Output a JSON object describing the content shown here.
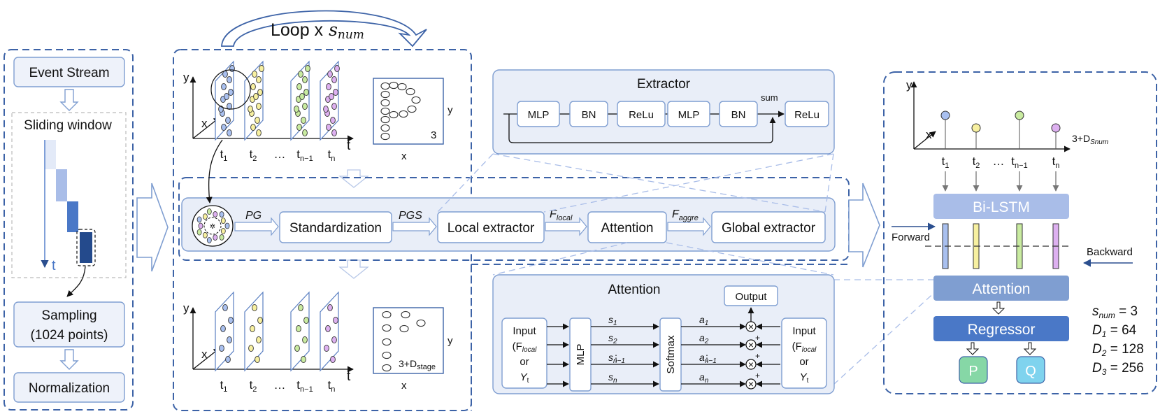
{
  "colors": {
    "panel_border": "#3d63a7",
    "box_border": "#7f9ed1",
    "panel_fill": "#e9eef8",
    "bilstm": "#a9bde8",
    "attention": "#7f9ed1",
    "regressor": "#4a78c7",
    "p_box": "#86d7a6",
    "q_box": "#7fd3ee",
    "pt_blue": "#a9c0ef",
    "pt_yellow": "#f7f0a0",
    "pt_green": "#c9eba0",
    "pt_purple": "#ddb0f0"
  },
  "left": {
    "event_stream": "Event Stream",
    "sliding_window": "Sliding window",
    "t_axis": "t",
    "sampling_line1": "Sampling",
    "sampling_line2": "(1024 points)",
    "normalization": "Normalization"
  },
  "loop": {
    "text": "Loop x",
    "var_base": "s",
    "var_sub": "num"
  },
  "top_frames": {
    "y": "y",
    "x": "x",
    "t": "t",
    "ticks": [
      "t",
      "t",
      "…",
      "t",
      "t"
    ],
    "tick_subs": [
      "1",
      "2",
      "",
      "n−1",
      "n"
    ],
    "p_y": "y",
    "p_x": "x",
    "p_dim": "3"
  },
  "bottom_frames": {
    "y": "y",
    "x": "x",
    "t": "t",
    "ticks": [
      "t",
      "t",
      "…",
      "t",
      "t"
    ],
    "tick_subs": [
      "1",
      "2",
      "",
      "n−1",
      "n"
    ],
    "p_y": "y",
    "p_x": "x",
    "p_dim_prefix": "3+D",
    "p_dim_sub": "stage"
  },
  "pipeline": {
    "pg": "PG",
    "standardization": "Standardization",
    "pgs": "PGS",
    "local_extractor": "Local extractor",
    "f_local_base": "F",
    "f_local_sub": "local",
    "attention": "Attention",
    "f_aggre_base": "F",
    "f_aggre_sub": "aggre",
    "global_extractor": "Global extractor"
  },
  "extractor": {
    "title": "Extractor",
    "mlp1": "MLP",
    "bn1": "BN",
    "relu1": "ReLu",
    "mlp2": "MLP",
    "bn2": "BN",
    "sum": "sum",
    "relu2": "ReLu"
  },
  "attention_box": {
    "title": "Attention",
    "input_line1": "Input",
    "input_line2_base": "(F",
    "input_line2_sub": "local",
    "input_line3": "or",
    "input_line4_base": "Y",
    "input_line4_sub": "t",
    "mlp": "MLP",
    "softmax": "Softmax",
    "output": "Output",
    "s_labels": [
      "s",
      "s",
      "s",
      "s"
    ],
    "s_subs": [
      "1",
      "2",
      "n−1",
      "n"
    ],
    "a_labels": [
      "a",
      "a",
      "a",
      "a"
    ],
    "a_subs": [
      "1",
      "2",
      "n−1",
      "n"
    ],
    "plus": "+",
    "dots": "⋮"
  },
  "right": {
    "y": "y",
    "x": "x",
    "dim_prefix": "3+D",
    "dim_sub": "Snum",
    "ticks": [
      "t",
      "t",
      "…",
      "t",
      "t"
    ],
    "tick_subs": [
      "1",
      "2",
      "",
      "n−1",
      "n"
    ],
    "bilstm": "Bi-LSTM",
    "forward": "Forward",
    "backward": "Backward",
    "attention": "Attention",
    "regressor": "Regressor",
    "p": "P",
    "q": "Q"
  },
  "params": [
    {
      "base": "s",
      "sub": "num",
      "value": " = 3"
    },
    {
      "base": "D",
      "sub": "1",
      "value": " = 64"
    },
    {
      "base": "D",
      "sub": "2",
      "value": " = 128"
    },
    {
      "base": "D",
      "sub": "3",
      "value": " = 256"
    }
  ]
}
